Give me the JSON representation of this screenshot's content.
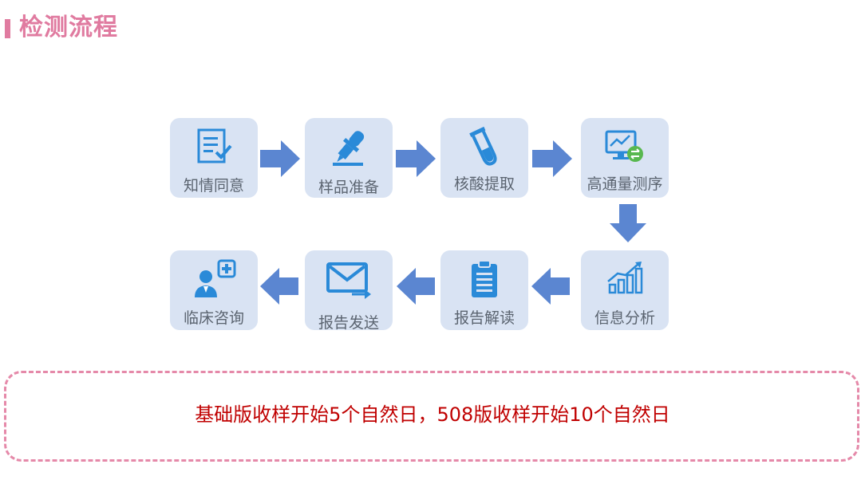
{
  "header": {
    "title": "检测流程"
  },
  "steps": [
    {
      "label": "知情同意",
      "icon": "consent-form-icon"
    },
    {
      "label": "样品准备",
      "icon": "pipette-icon"
    },
    {
      "label": "核酸提取",
      "icon": "test-tube-icon"
    },
    {
      "label": "高通量测序",
      "icon": "sequencer-monitor-icon"
    },
    {
      "label": "信息分析",
      "icon": "bar-chart-trend-icon"
    },
    {
      "label": "报告解读",
      "icon": "clipboard-icon"
    },
    {
      "label": "报告发送",
      "icon": "envelope-send-icon"
    },
    {
      "label": "临床咨询",
      "icon": "doctor-consult-icon"
    }
  ],
  "colors": {
    "accent": "#e07ba0",
    "box": "#d9e3f3",
    "arrow": "#5b86d1",
    "icon": "#2a8ad8",
    "note": "#c00000"
  },
  "note": {
    "text": "基础版收样开始5个自然日，508版收样开始10个自然日"
  }
}
